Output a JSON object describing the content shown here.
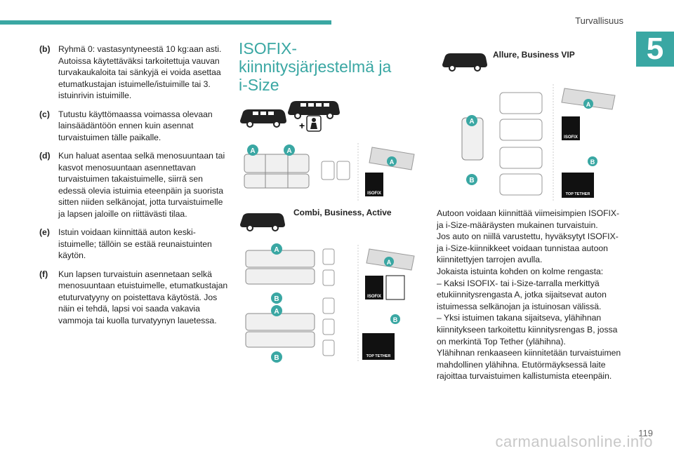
{
  "header": {
    "section": "Turvallisuus",
    "chapter": "5"
  },
  "left_items": [
    {
      "key": "(b)",
      "text": "Ryhmä 0: vastasyntyneestä 10 kg:aan asti. Autoissa käytettäväksi tarkoitettuja vauvan turvakaukaloita tai sänkyjä ei voida asettaa etumatkustajan istuimelle/istuimille tai 3. istuinrivin istuimille."
    },
    {
      "key": "(c)",
      "text": "Tutustu käyttömaassa voimassa olevaan lainsäädäntöön ennen kuin asennat turvaistuimen tälle paikalle."
    },
    {
      "key": "(d)",
      "text": "Kun haluat asentaa selkä menosuuntaan tai kasvot menosuuntaan asennettavan turvaistuimen takaistuimelle, siirrä sen edessä olevia istuimia eteenpäin ja suorista sitten niiden selkänojat, jotta turvaistuimelle ja lapsen jaloille on riittävästi tilaa."
    },
    {
      "key": "(e)",
      "text": "Istuin voidaan kiinnittää auton keski-istuimelle; tällöin se estää reunaistuinten käytön."
    },
    {
      "key": "(f)",
      "text": "Kun lapsen turvaistuin asennetaan selkä menosuuntaan etuistuimelle, etumatkustajan etuturvatyyny on poistettava käytöstä. Jos näin ei tehdä, lapsi voi saada vakavia vammoja tai kuolla turvatyynyn lauetessa."
    }
  ],
  "title": "ISOFIX-kiinnitysjärjestelmä ja i-Size",
  "captions": {
    "combi": "Combi, Business, Active",
    "allure": "Allure, Business VIP"
  },
  "labels": {
    "a": "A",
    "b": "B",
    "isofix": "ISOFIX",
    "tether": "TOP TETHER"
  },
  "body": [
    "Autoon voidaan kiinnittää viimeisimpien ISOFIX- ja i-Size-määräysten mukainen turvaistuin.",
    "Jos auto on niillä varustettu, hyväksytyt ISOFIX- ja i-Size-kiinnikkeet voidaan tunnistaa autoon kiinnitettyjen tarrojen avulla.",
    "Jokaista istuinta kohden on kolme rengasta:",
    "– Kaksi ISOFIX- tai i-Size-tarralla merkittyä etukiinnitysrengasta A, jotka sijaitsevat auton istuimessa selkänojan ja istuinosan välissä.",
    "– Yksi istuimen takana sijaitseva, ylähihnan kiinnitykseen tarkoitettu kiinnitysrengas B, jossa on merkintä Top Tether (ylähihna).",
    "Ylähihnan renkaaseen kiinnitetään turvaistuimen mahdollinen ylähihna. Etutörmäyksessä laite rajoittaa turvaistuimen kallistumista eteenpäin."
  ],
  "footer": {
    "page": "119",
    "watermark": "carmanualsonline.info"
  },
  "colors": {
    "accent": "#3aa7a3"
  }
}
